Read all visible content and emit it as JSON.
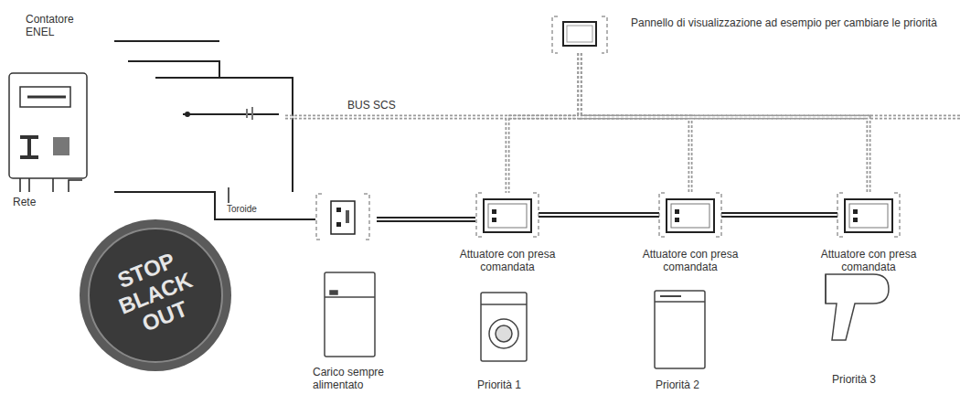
{
  "diagram": {
    "nodes": [
      {
        "text": [
          "Contatore ENEL"
        ]
      },
      {
        "text": [
          "Pannello di visualizzazione ad esempio per cambiare le priorità"
        ]
      },
      {
        "text": [
          "STOP BLACK OUT"
        ]
      },
      {
        "text": [
          "Attuatore con presa comandata"
        ]
      },
      {
        "text": [
          "Attuatore con presa comandata"
        ]
      },
      {
        "text": [
          "Attuatore con presa comandata"
        ]
      }
    ],
    "edges": [
      {
        "from": 1,
        "to": 3,
        "arrow": "none"
      },
      {
        "from": 1,
        "to": 4,
        "arrow": "none"
      },
      {
        "from": 1,
        "to": 5,
        "arrow": "none"
      },
      {
        "from": 3,
        "to": 4,
        "arrow": "none"
      },
      {
        "from": 4,
        "to": 5,
        "arrow": "none"
      }
    ],
    "labels": [
      "Rete",
      "BUS SCS",
      "Toroide",
      "Carico sempre alimentato",
      "Priorità 1",
      "Priorità 2",
      "Priorità 3"
    ]
  }
}
